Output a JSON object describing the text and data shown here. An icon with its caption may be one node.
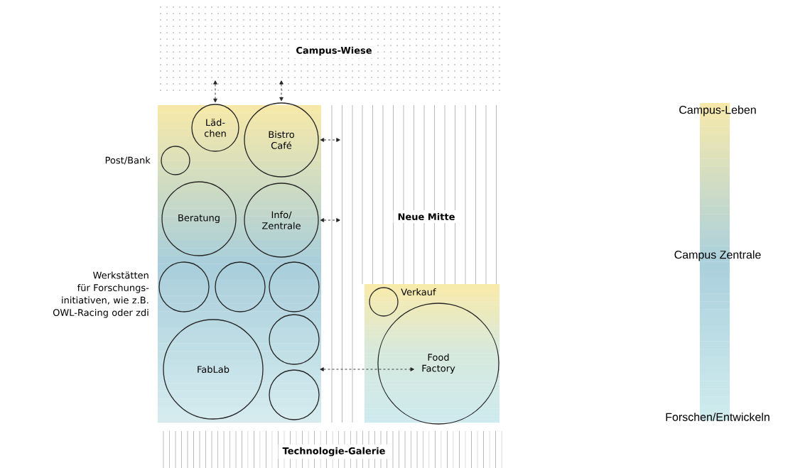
{
  "diagram": {
    "nodes": [
      {
        "text": [
          "Campus-Wiese"
        ]
      },
      {
        "text": [],
        "shape": "box"
      },
      {
        "text": [
          "Läd- chen"
        ],
        "in": 1
      },
      {
        "text": [
          "Bistro Café"
        ],
        "in": 1
      },
      {
        "text": [],
        "shape": "circle",
        "beside": [
          "Post/Bank"
        ],
        "in": 1
      },
      {
        "text": [
          "Beratung"
        ],
        "in": 1
      },
      {
        "text": [
          "Info/ Zentrale"
        ],
        "in": 1
      },
      {
        "text": [],
        "shape": "circle",
        "in": 1
      },
      {
        "text": [],
        "shape": "circle",
        "in": 1
      },
      {
        "text": [],
        "shape": "circle",
        "in": 1
      },
      {
        "text": [],
        "shape": "circle",
        "in": 1
      },
      {
        "text": [
          "FabLab"
        ],
        "in": 1
      },
      {
        "text": [],
        "shape": "circle",
        "in": 1
      },
      {
        "text": [
          "Neue Mitte"
        ]
      },
      {
        "text": [],
        "shape": "box",
        "in": 13
      },
      {
        "text": [],
        "shape": "circle",
        "beside": [
          "Verkauf"
        ],
        "in": 14
      },
      {
        "text": [
          "Food Factory"
        ],
        "in": 14
      },
      {
        "text": [
          "Technologie-Galerie"
        ]
      }
    ],
    "edges": [
      {
        "from": 0,
        "to": 2,
        "arrow": "both",
        "style": "dashed"
      },
      {
        "from": 0,
        "to": 3,
        "arrow": "both",
        "style": "dashed"
      },
      {
        "from": 3,
        "to": 13,
        "arrow": "both",
        "style": "dashed"
      },
      {
        "from": 6,
        "to": 13,
        "arrow": "both",
        "style": "dashed"
      },
      {
        "from": 1,
        "to": 16,
        "arrow": "both",
        "style": "dashed"
      }
    ],
    "labels": [
      "Werkstätten für Forschungs- initiativen, wie z.B. OWL-Racing oder zdi",
      "Campus-Leben",
      "Campus Zentrale",
      "Forschen/Entwickeln"
    ]
  }
}
